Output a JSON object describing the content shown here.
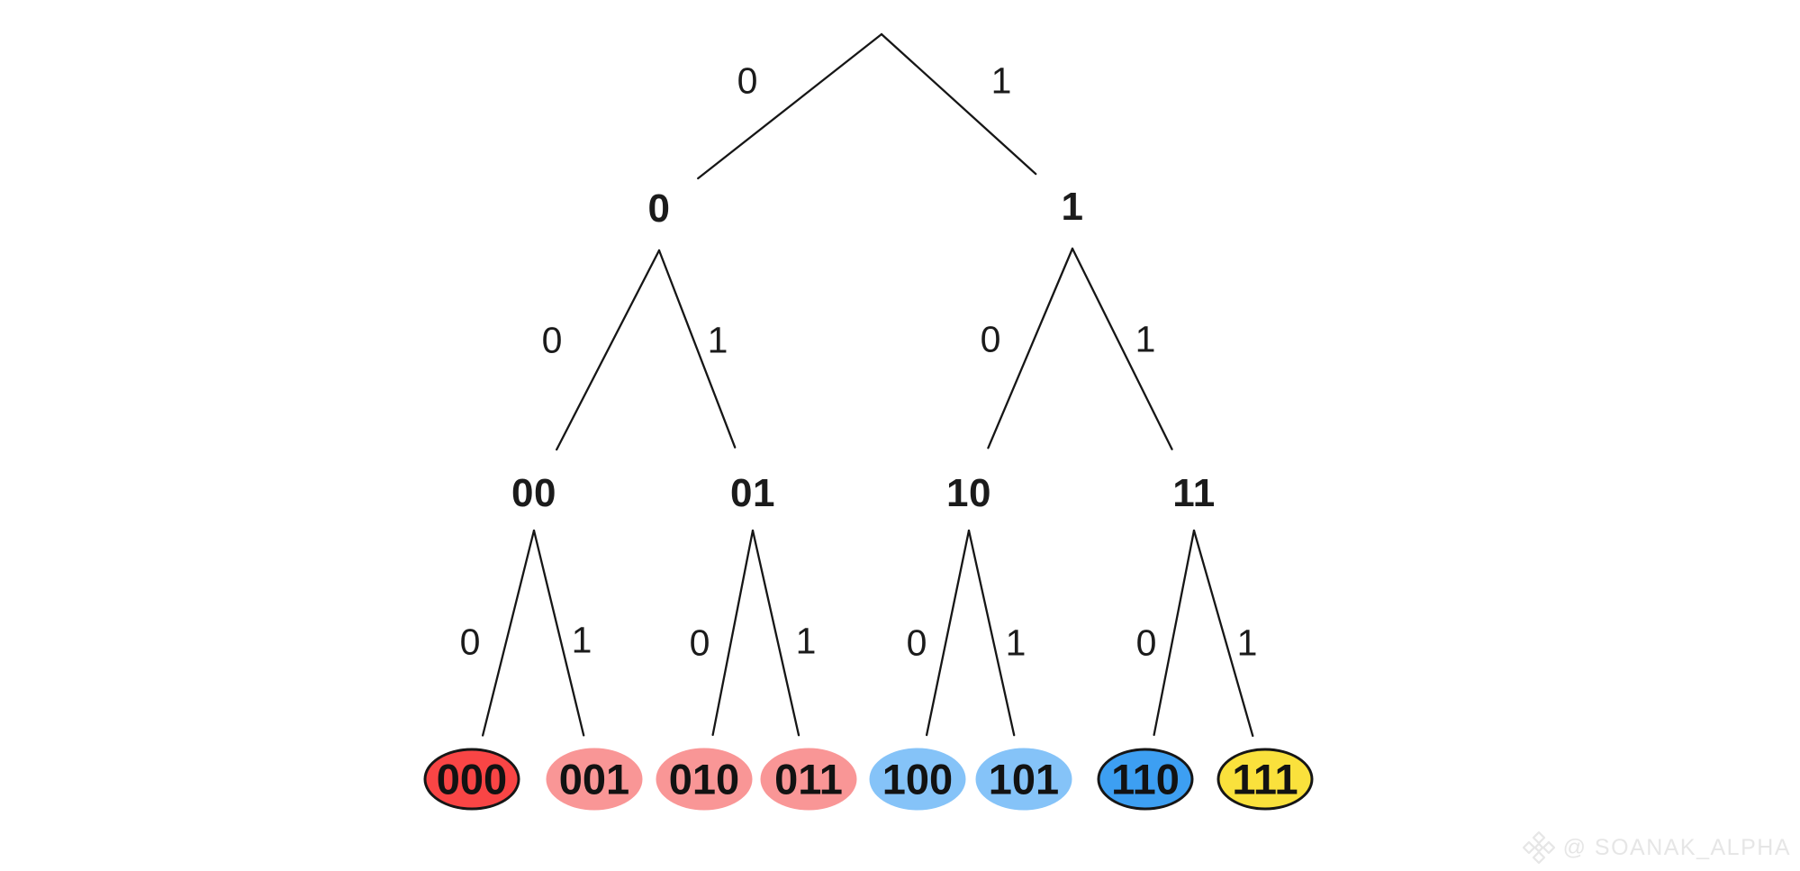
{
  "tree": {
    "nodes": [
      {
        "id": "n0",
        "label": "0"
      },
      {
        "id": "n1",
        "label": "1"
      },
      {
        "id": "n00",
        "label": "00"
      },
      {
        "id": "n01",
        "label": "01"
      },
      {
        "id": "n10",
        "label": "10"
      },
      {
        "id": "n11",
        "label": "11"
      }
    ],
    "leaves": [
      {
        "id": "l000",
        "label": "000",
        "fill": "#F94545",
        "outlined": true
      },
      {
        "id": "l001",
        "label": "001",
        "fill": "#F99696",
        "outlined": false
      },
      {
        "id": "l010",
        "label": "010",
        "fill": "#F99696",
        "outlined": false
      },
      {
        "id": "l011",
        "label": "011",
        "fill": "#F99696",
        "outlined": false
      },
      {
        "id": "l100",
        "label": "100",
        "fill": "#85C3F8",
        "outlined": false
      },
      {
        "id": "l101",
        "label": "101",
        "fill": "#85C3F8",
        "outlined": false
      },
      {
        "id": "l110",
        "label": "110",
        "fill": "#3D9FF2",
        "outlined": true
      },
      {
        "id": "l111",
        "label": "111",
        "fill": "#FAE13C",
        "outlined": true
      }
    ],
    "edges": [
      {
        "from": "root",
        "to": "n0",
        "label": "0"
      },
      {
        "from": "root",
        "to": "n1",
        "label": "1"
      },
      {
        "from": "n0",
        "to": "n00",
        "label": "0"
      },
      {
        "from": "n0",
        "to": "n01",
        "label": "1"
      },
      {
        "from": "n1",
        "to": "n10",
        "label": "0"
      },
      {
        "from": "n1",
        "to": "n11",
        "label": "1"
      },
      {
        "from": "n00",
        "to": "l000",
        "label": "0"
      },
      {
        "from": "n00",
        "to": "l001",
        "label": "1"
      },
      {
        "from": "n01",
        "to": "l010",
        "label": "0"
      },
      {
        "from": "n01",
        "to": "l011",
        "label": "1"
      },
      {
        "from": "n10",
        "to": "l100",
        "label": "0"
      },
      {
        "from": "n10",
        "to": "l101",
        "label": "1"
      },
      {
        "from": "n11",
        "to": "l110",
        "label": "0"
      },
      {
        "from": "n11",
        "to": "l111",
        "label": "1"
      }
    ]
  },
  "colors": {
    "line": "#161616",
    "text": "#1b1b1b",
    "red": "#F94545",
    "salmon": "#F99696",
    "light_blue": "#85C3F8",
    "blue": "#3D9FF2",
    "yellow": "#FAE13C",
    "watermark": "#E6E6E6"
  },
  "watermark": {
    "handle": "@ SOANAK_ALPHA"
  }
}
